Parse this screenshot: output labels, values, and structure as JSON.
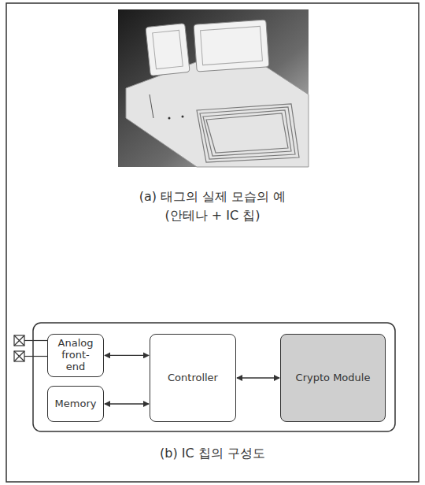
{
  "diagram": {
    "nodes": [
      {
        "text": [
          "Analog front-end"
        ]
      },
      {
        "text": [
          "Memory"
        ]
      },
      {
        "text": [
          "Controller"
        ]
      },
      {
        "text": [
          "Crypto Module"
        ]
      }
    ],
    "edges": [
      {
        "from": 0,
        "to": 2,
        "arrow": "both"
      },
      {
        "from": 1,
        "to": 2,
        "arrow": "both"
      },
      {
        "from": 2,
        "to": 3,
        "arrow": "both"
      }
    ],
    "labels": [
      "(a) 태그의 실제 모습의 예",
      "(안테나 + IC 칩)",
      "(b) IC 칩의 구성도"
    ]
  }
}
